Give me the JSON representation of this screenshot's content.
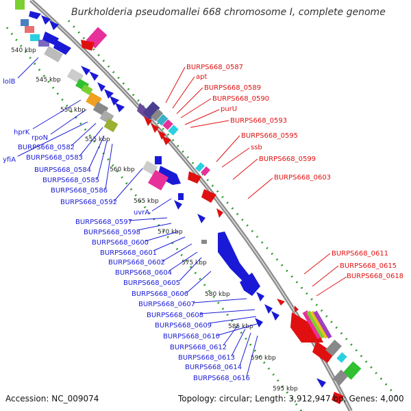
{
  "title": "Burkholderia pseudomallei 668 chromosome I, complete genome",
  "accession_text": "Accession: NC_009074",
  "summary_text": "Topology: circular; Length: 3,912,947 bp; Genes: 4,000",
  "colors": {
    "backbone": "#8c8c8c",
    "forward_genes": "#1a1ad6",
    "reverse_genes": "#e01010",
    "gc_dots": "#2e9b2e",
    "left_labels": "#1a1ad6",
    "right_labels": "#e01010"
  },
  "kbp_ticks": [
    "540 kbp",
    "545 kbp",
    "550 kbp",
    "555 kbp",
    "560 kbp",
    "565 kbp",
    "570 kbp",
    "575 kbp",
    "580 kbp",
    "585 kbp",
    "590 kbp",
    "595 kbp"
  ],
  "left_labels": [
    "lolB",
    "hprK",
    "rpoN",
    "yfiA",
    "BURPS668_0582",
    "BURPS668_0583",
    "BURPS668_0584",
    "BURPS668_0585",
    "BURPS668_0586",
    "BURPS668_0592",
    "uvrA",
    "BURPS668_0597",
    "BURPS668_0598",
    "BURPS668_0600",
    "BURPS668_0601",
    "BURPS668_0602",
    "BURPS668_0604",
    "BURPS668_0605",
    "BURPS668_0606",
    "BURPS668_0607",
    "BURPS668_0608",
    "BURPS668_0609",
    "BURPS668_0610",
    "BURPS668_0612",
    "BURPS668_0613",
    "BURPS668_0614",
    "BURPS668_0616"
  ],
  "right_labels": [
    "BURPS668_0587",
    "apt",
    "BURPS668_0589",
    "BURPS668_0590",
    "purU",
    "BURPS668_0593",
    "BURPS668_0595",
    "ssb",
    "BURPS668_0599",
    "BURPS668_0603",
    "BURPS668_0611",
    "BURPS668_0615",
    "BURPS668_0618"
  ]
}
